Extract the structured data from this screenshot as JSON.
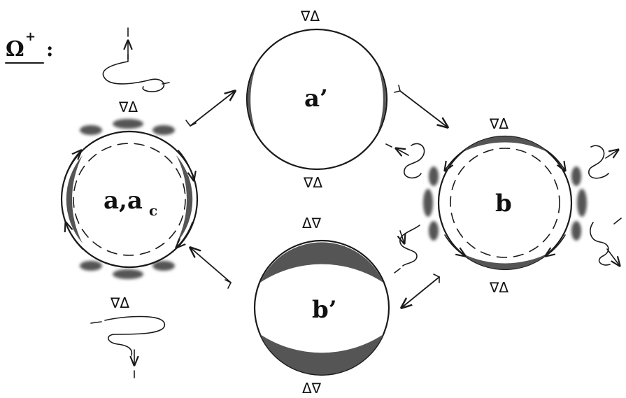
{
  "header": {
    "symbol": "Ω",
    "superscript": "+",
    "colon": ":"
  },
  "states": {
    "a": {
      "label_main": "a,a",
      "label_sub": "c"
    },
    "a_prime": {
      "label": "a’"
    },
    "b": {
      "label": "b"
    },
    "b_prime": {
      "label": "b’"
    }
  },
  "markers": {
    "down_up": "∇Δ",
    "up_down": "Δ∇"
  },
  "colors": {
    "ink": "#1a1a1a",
    "shade": "#555555"
  }
}
